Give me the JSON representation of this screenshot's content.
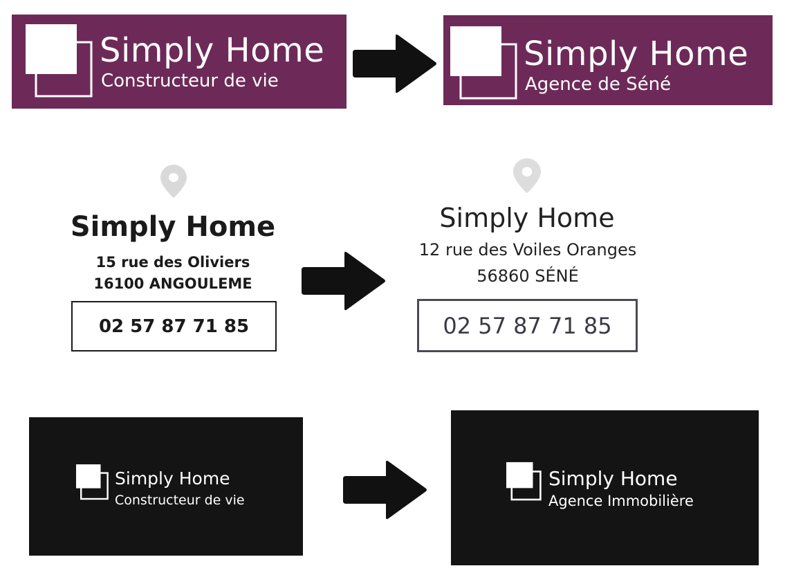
{
  "banner_old": {
    "title": "Simply Home",
    "subtitle": "Constructeur de vie",
    "background_color": "#6d2a59"
  },
  "banner_new": {
    "title": "Simply Home",
    "subtitle": "Agence de Séné",
    "background_color": "#6d2a59"
  },
  "address_old": {
    "icon": "map-pin-icon",
    "name": "Simply Home",
    "street": "15 rue des Oliviers",
    "city": "16100 ANGOULEME",
    "phone": "02 57 87 71 85"
  },
  "address_new": {
    "icon": "map-pin-icon",
    "name": "Simply Home",
    "street": "12 rue des Voiles Oranges",
    "city": "56860 SÉNÉ",
    "phone": "02 57 87 71 85"
  },
  "card_old": {
    "title": "Simply Home",
    "subtitle": "Constructeur de vie",
    "background_color": "#141414"
  },
  "card_new": {
    "title": "Simply Home",
    "subtitle": "Agence Immobilière",
    "background_color": "#141414"
  },
  "arrow_icon": "right-arrow-icon"
}
